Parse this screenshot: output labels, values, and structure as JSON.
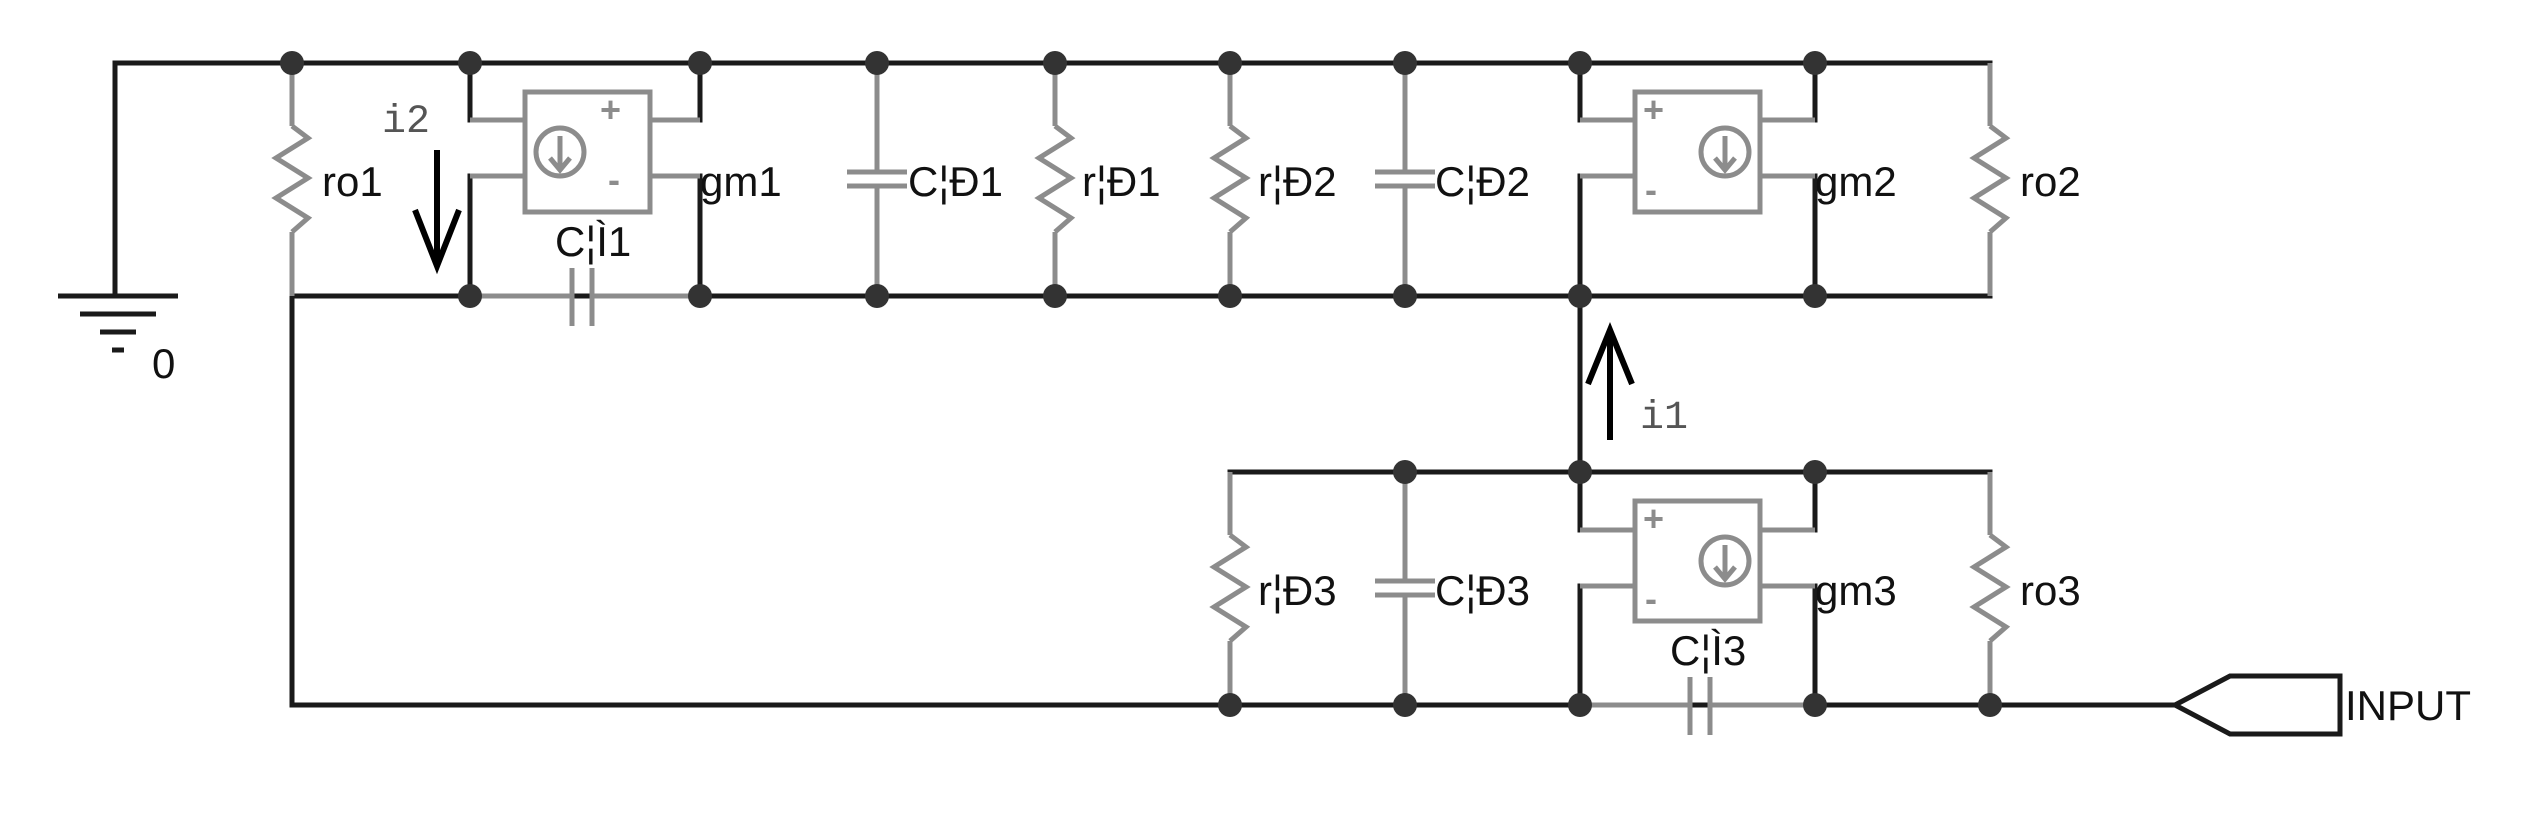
{
  "components": {
    "ro1": "ro1",
    "ro2": "ro2",
    "ro3": "ro3",
    "gm1": "gm1",
    "gm2": "gm2",
    "gm3": "gm3",
    "cpi1": "C¦Ð1",
    "cpi2": "C¦Ð2",
    "cpi3": "C¦Ð3",
    "rpi1": "r¦Ð1",
    "rpi2": "r¦Ð2",
    "rpi3": "r¦Ð3",
    "cu1": "C¦Ì1",
    "cu3": "C¦Ì3"
  },
  "currents": {
    "i1": "i1",
    "i2": "i2"
  },
  "ground": {
    "label": "0"
  },
  "port": {
    "label": "INPUT"
  },
  "source_signs": {
    "plus": "+",
    "minus": "-"
  },
  "colors": {
    "wire": "#1a1a1a",
    "component": "#8c8c8c",
    "node": "#333333",
    "background": "#ffffff"
  }
}
